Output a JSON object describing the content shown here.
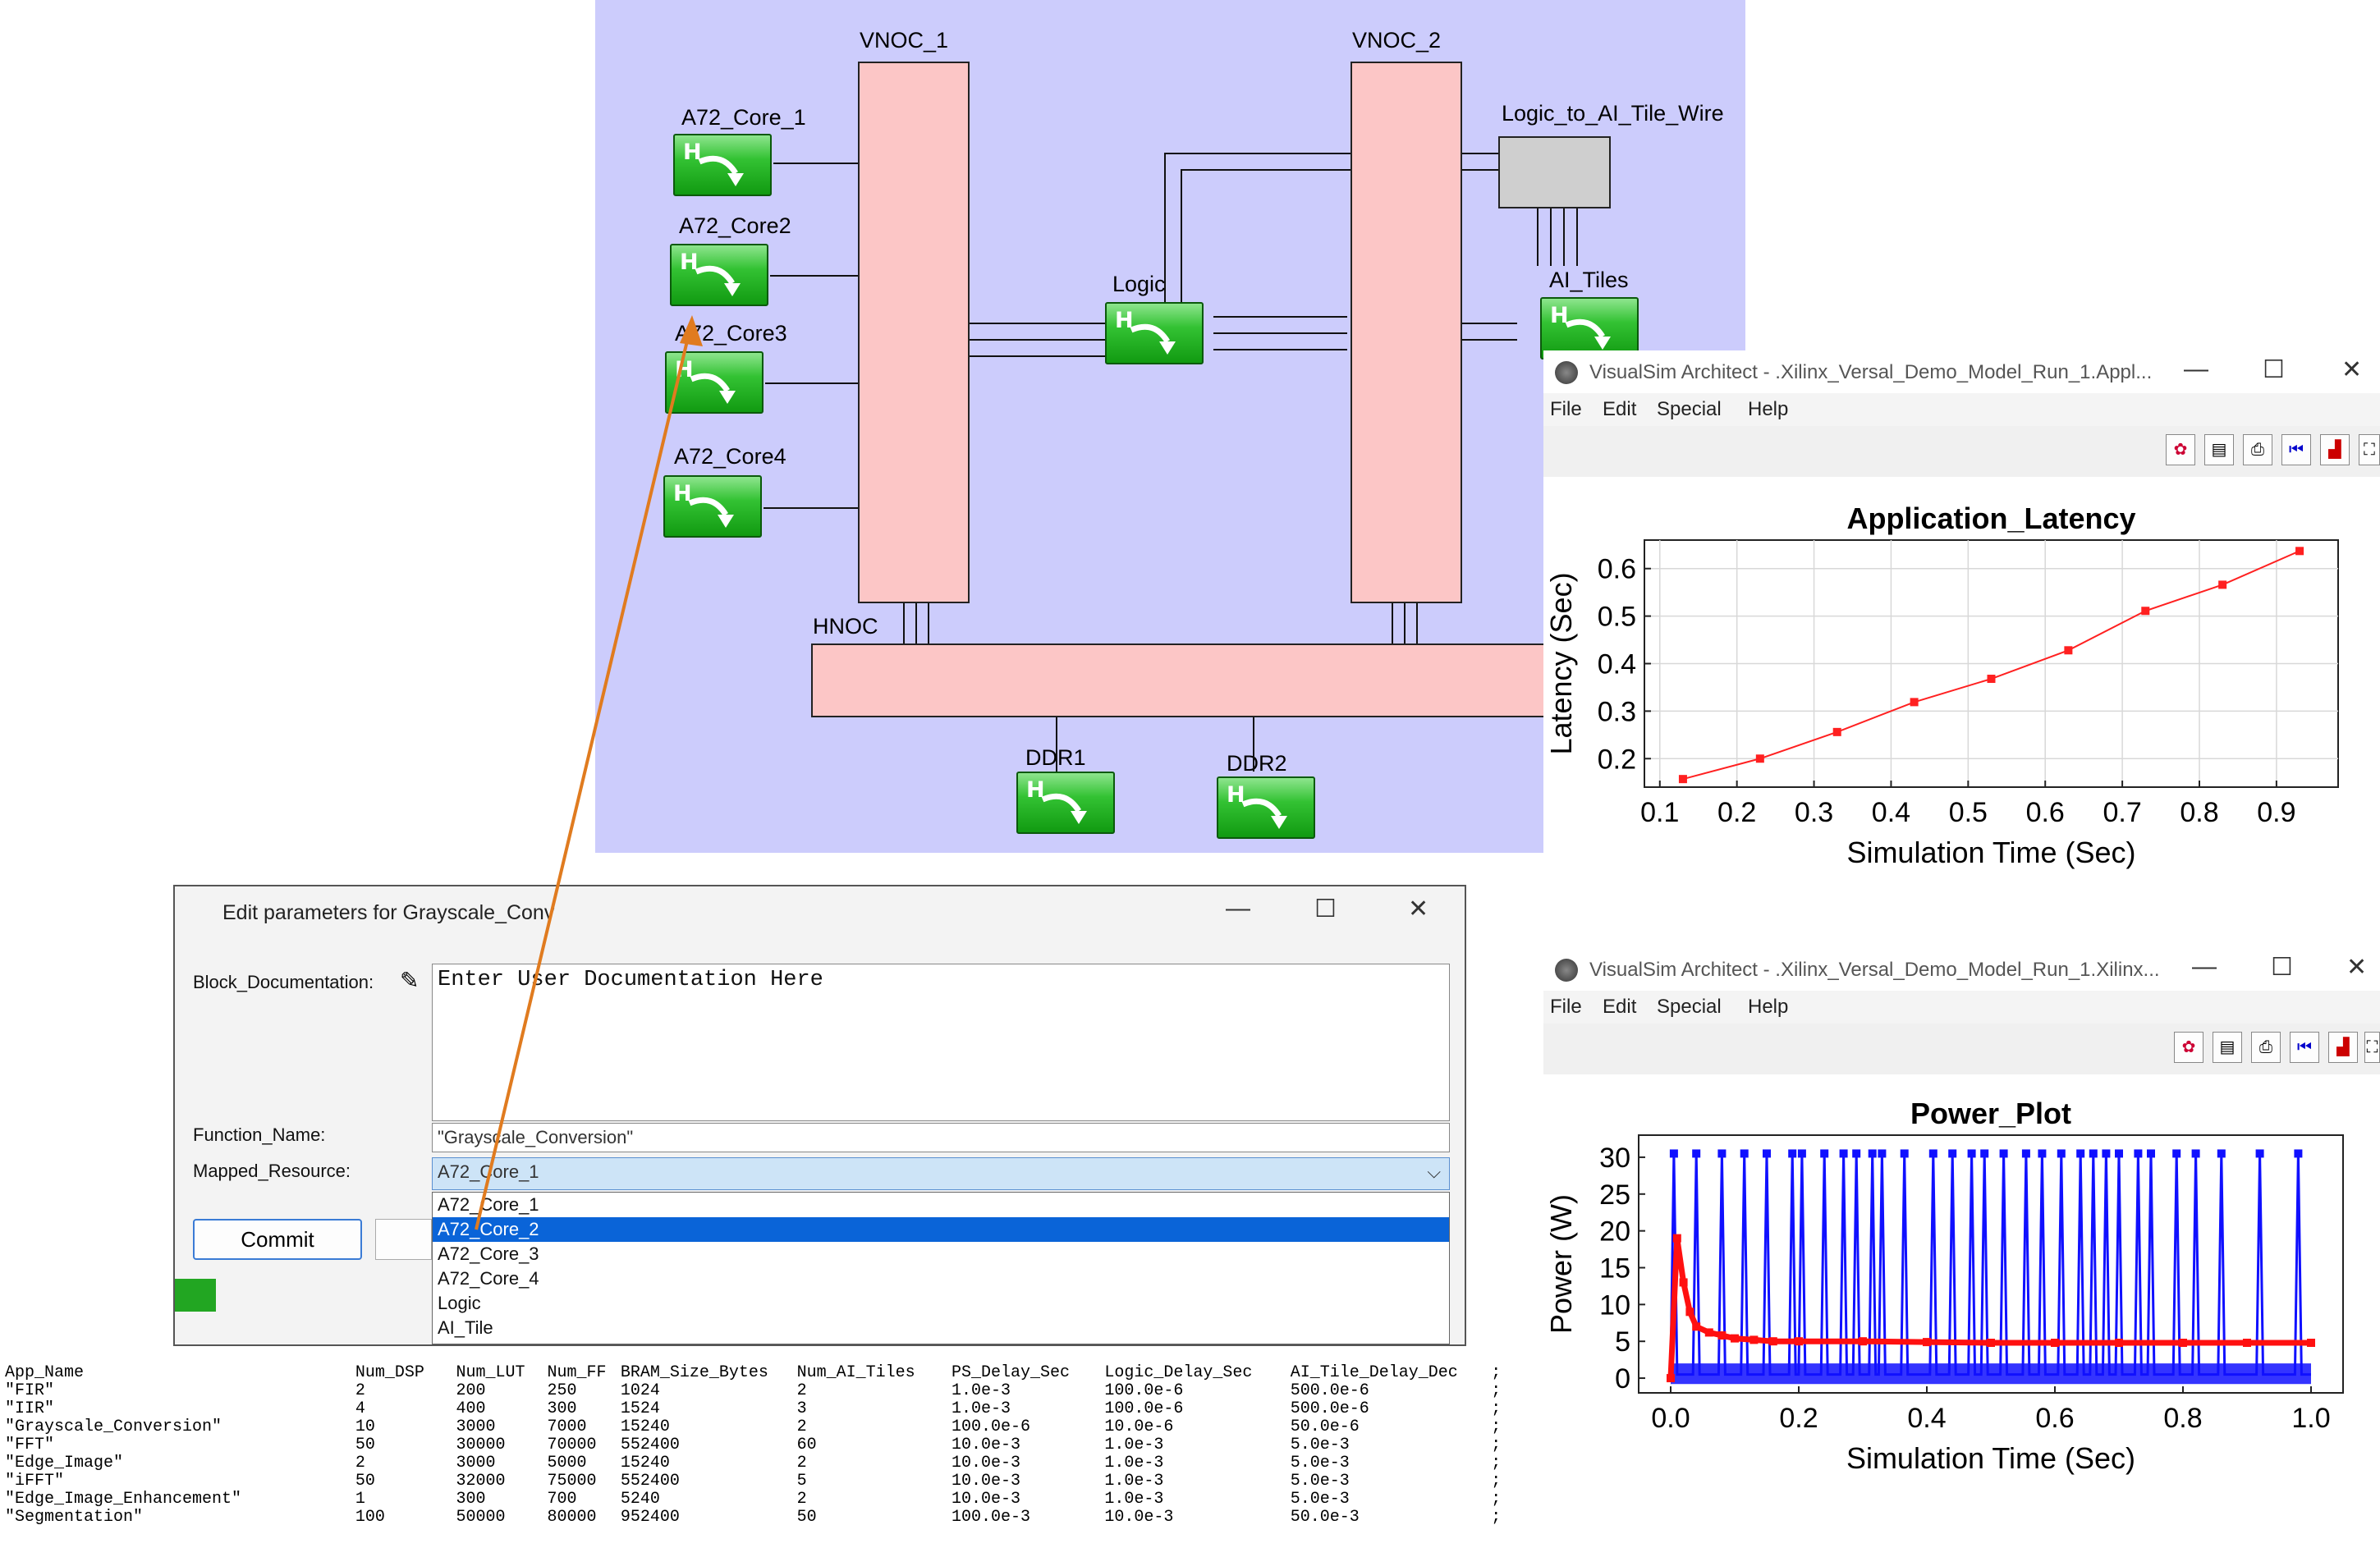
{
  "diagram": {
    "labels": {
      "vnoc1": "VNOC_1",
      "vnoc2": "VNOC_2",
      "hnoc": "HNOC",
      "core1": "A72_Core_1",
      "core2": "A72_Core2",
      "core3": "A72_Core3",
      "core4": "A72_Core4",
      "logic": "Logic",
      "wire_block": "Logic_to_AI_Tile_Wire",
      "ai_tiles": "AI_Tiles",
      "ddr1": "DDR1",
      "ddr2": "DDR2",
      "h_glyph": "H"
    },
    "colors": {
      "canvas": "#ccccfc",
      "noc": "#fcc6c6",
      "block": "#22aa22",
      "connector": "#e07b1f"
    }
  },
  "latency_window": {
    "title": "VisualSim Architect - .Xilinx_Versal_Demo_Model_Run_1.Appl...",
    "menu": [
      "File",
      "Edit",
      "Special",
      "Help"
    ],
    "controls": {
      "minimize": "—",
      "maximize": "☐",
      "close": "✕"
    }
  },
  "power_window": {
    "title": "VisualSim Architect - .Xilinx_Versal_Demo_Model_Run_1.Xilinx...",
    "menu": [
      "File",
      "Edit",
      "Special",
      "Help"
    ],
    "controls": {
      "minimize": "—",
      "maximize": "☐",
      "close": "✕"
    }
  },
  "chart_data": [
    {
      "type": "line",
      "title": "Application_Latency",
      "xlabel": "Simulation Time (Sec)",
      "ylabel": "Latency (Sec)",
      "xlim": [
        0.08,
        0.98
      ],
      "ylim": [
        0.14,
        0.66
      ],
      "xticks": [
        0.1,
        0.2,
        0.3,
        0.4,
        0.5,
        0.6,
        0.7,
        0.8,
        0.9
      ],
      "xtick_labels": [
        "0.1",
        "0.2",
        "0.3",
        "0.4",
        "0.5",
        "0.6",
        "0.7",
        "0.8",
        "0.9"
      ],
      "yticks": [
        0.2,
        0.3,
        0.4,
        0.5,
        0.6
      ],
      "ytick_labels": [
        "0.2",
        "0.3",
        "0.4",
        "0.5",
        "0.6"
      ],
      "grid": true,
      "series": [
        {
          "color": "#ff2020",
          "x": [
            0.13,
            0.23,
            0.33,
            0.43,
            0.53,
            0.63,
            0.73,
            0.83,
            0.93
          ],
          "y": [
            0.157,
            0.2,
            0.256,
            0.319,
            0.368,
            0.428,
            0.511,
            0.566,
            0.637
          ]
        }
      ]
    },
    {
      "type": "line",
      "title": "Power_Plot",
      "xlabel": "Simulation Time (Sec)",
      "ylabel": "Power (W)",
      "xlim": [
        -0.05,
        1.05
      ],
      "ylim": [
        -2,
        33
      ],
      "xticks": [
        0.0,
        0.2,
        0.4,
        0.6,
        0.8,
        1.0
      ],
      "xtick_labels": [
        "0.0",
        "0.2",
        "0.4",
        "0.6",
        "0.8",
        "1.0"
      ],
      "yticks": [
        0,
        5,
        10,
        15,
        20,
        25,
        30
      ],
      "ytick_labels": [
        "0",
        "5",
        "10",
        "15",
        "20",
        "25",
        "30"
      ],
      "grid": false,
      "series": [
        {
          "color": "#1010ff",
          "peaks_x": [
            0.005,
            0.04,
            0.08,
            0.115,
            0.15,
            0.19,
            0.205,
            0.24,
            0.27,
            0.29,
            0.315,
            0.33,
            0.365,
            0.41,
            0.44,
            0.47,
            0.49,
            0.52,
            0.555,
            0.58,
            0.61,
            0.64,
            0.66,
            0.68,
            0.7,
            0.73,
            0.75,
            0.79,
            0.82,
            0.86,
            0.92,
            0.98
          ],
          "peak_value": 30.5,
          "base_value": 0.5
        },
        {
          "color": "#ff1010",
          "x": [
            0.0,
            0.01,
            0.02,
            0.03,
            0.04,
            0.06,
            0.08,
            0.1,
            0.13,
            0.16,
            0.2,
            0.3,
            0.4,
            0.5,
            0.6,
            0.7,
            0.8,
            0.9,
            1.0
          ],
          "y": [
            0.0,
            19,
            13,
            9,
            7,
            6.2,
            5.8,
            5.4,
            5.2,
            5.0,
            5.0,
            5.0,
            4.9,
            4.8,
            4.8,
            4.8,
            4.8,
            4.8,
            4.8
          ]
        }
      ]
    }
  ],
  "dialog": {
    "title": "Edit parameters for Grayscale_Conv",
    "controls": {
      "minimize": "—",
      "maximize": "☐",
      "close": "✕"
    },
    "block_doc_label": "Block_Documentation:",
    "block_doc_value": "Enter User Documentation Here",
    "function_name_label": "Function_Name:",
    "function_name_value": "\"Grayscale_Conversion\"",
    "mapped_resource_label": "Mapped_Resource:",
    "mapped_resource_value": "A72_Core_1",
    "options": [
      "A72_Core_1",
      "A72_Core_2",
      "A72_Core_3",
      "A72_Core_4",
      "Logic",
      "AI_Tile"
    ],
    "selected_option": "A72_Core_2",
    "commit_label": "Commit"
  },
  "table": {
    "headers": [
      "App_Name",
      "Num_DSP",
      "Num_LUT",
      "Num_FF",
      "BRAM_Size_Bytes",
      "Num_AI_Tiles",
      "PS_Delay_Sec",
      "Logic_Delay_Sec",
      "AI_Tile_Delay_Dec",
      ";"
    ],
    "rows": [
      [
        "\"FIR\"",
        "2",
        "200",
        "250",
        "1024",
        "2",
        "1.0e-3",
        "100.0e-6",
        "500.0e-6",
        ";"
      ],
      [
        "\"IIR\"",
        "4",
        "400",
        "300",
        "1524",
        "3",
        "1.0e-3",
        "100.0e-6",
        "500.0e-6",
        ";"
      ],
      [
        "\"Grayscale_Conversion\"",
        "10",
        "3000",
        "7000",
        "15240",
        "2",
        "100.0e-6",
        "10.0e-6",
        "50.0e-6",
        ";"
      ],
      [
        "\"FFT\"",
        "50",
        "30000",
        "70000",
        "552400",
        "60",
        "10.0e-3",
        "1.0e-3",
        "5.0e-3",
        ";"
      ],
      [
        "\"Edge_Image\"",
        "2",
        "3000",
        "5000",
        "15240",
        "2",
        "10.0e-3",
        "1.0e-3",
        "5.0e-3",
        ";"
      ],
      [
        "\"iFFT\"",
        "50",
        "32000",
        "75000",
        "552400",
        "5",
        "10.0e-3",
        "1.0e-3",
        "5.0e-3",
        ";"
      ],
      [
        "\"Edge_Image_Enhancement\"",
        "1",
        "300",
        "700",
        "5240",
        "2",
        "10.0e-3",
        "1.0e-3",
        "5.0e-3",
        ";"
      ],
      [
        "\"Segmentation\"",
        "100",
        "50000",
        "80000",
        "952400",
        "50",
        "100.0e-3",
        "10.0e-3",
        "50.0e-3",
        ";"
      ]
    ]
  }
}
